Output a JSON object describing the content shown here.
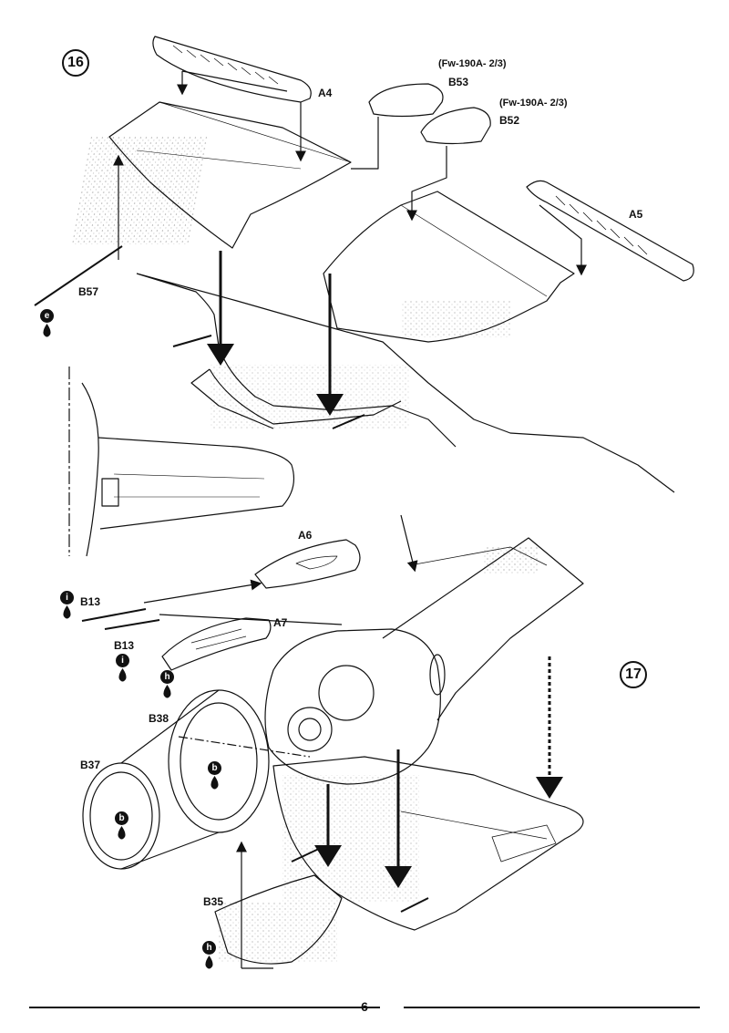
{
  "page_number": "6",
  "steps": {
    "s16": "16",
    "s17": "17"
  },
  "parts": {
    "a4": "A4",
    "a5": "A5",
    "a6": "A6",
    "a7": "A7",
    "b53": "B53",
    "b52": "B52",
    "b57": "B57",
    "b13a": "B13",
    "b13b": "B13",
    "b38": "B38",
    "b37": "B37",
    "b35": "B35"
  },
  "variants": {
    "v1": "(Fw-190A- 2/3)",
    "v2": "(Fw-190A- 2/3)"
  },
  "color_codes": {
    "e": "e",
    "i1": "i",
    "i2": "i",
    "h1": "h",
    "b1": "b",
    "b2": "b",
    "h2": "h"
  }
}
